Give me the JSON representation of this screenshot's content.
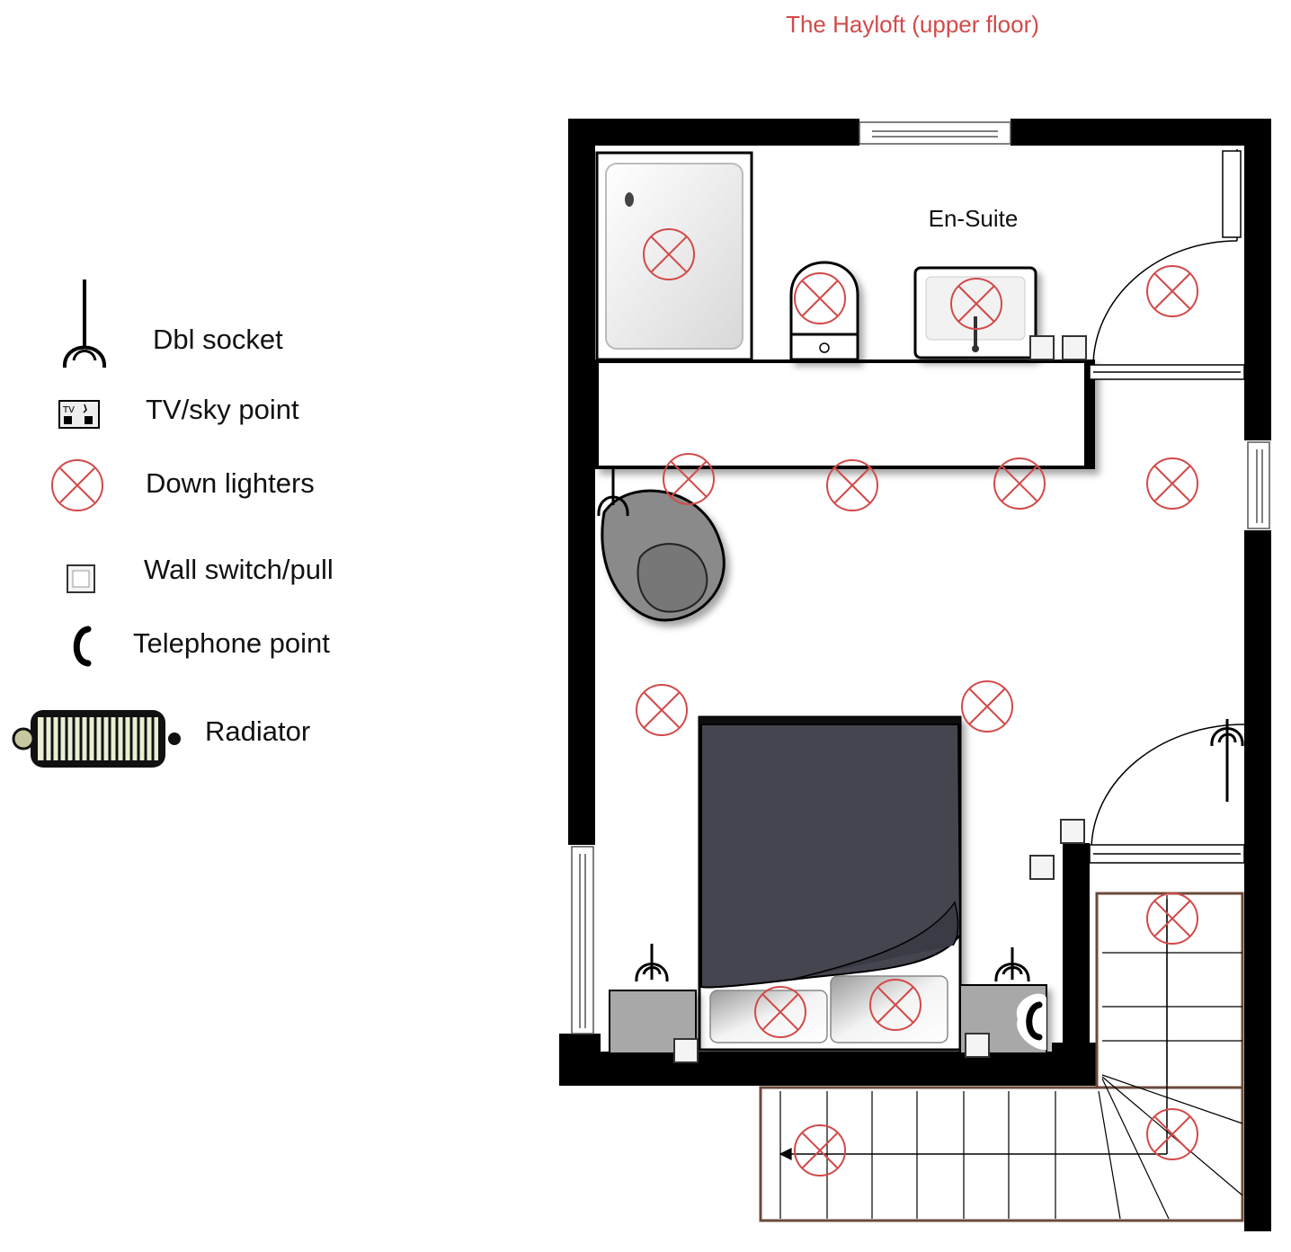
{
  "title": "The Hayloft (upper floor)",
  "legend": {
    "dbl_socket": "Dbl socket",
    "tv_sky_point": "TV/sky point",
    "down_lighters": "Down lighters",
    "wall_switch": "Wall switch/pull",
    "telephone_point": "Telephone point",
    "radiator": "Radiator",
    "tv_mark": "TV"
  },
  "rooms": {
    "ensuite": "En-Suite"
  },
  "colors": {
    "lighter": "#d24a4a",
    "wall": "#000000",
    "duvet": "#45454f",
    "chair": "#8a8a8a",
    "radiator": "#e8efd2",
    "title": "#d24a4a",
    "stair_outline": "#6b4a3a"
  },
  "icons": [
    "dbl-socket-icon",
    "tv-sky-point-icon",
    "down-lighter-icon",
    "wall-switch-icon",
    "telephone-point-icon",
    "radiator-icon"
  ]
}
